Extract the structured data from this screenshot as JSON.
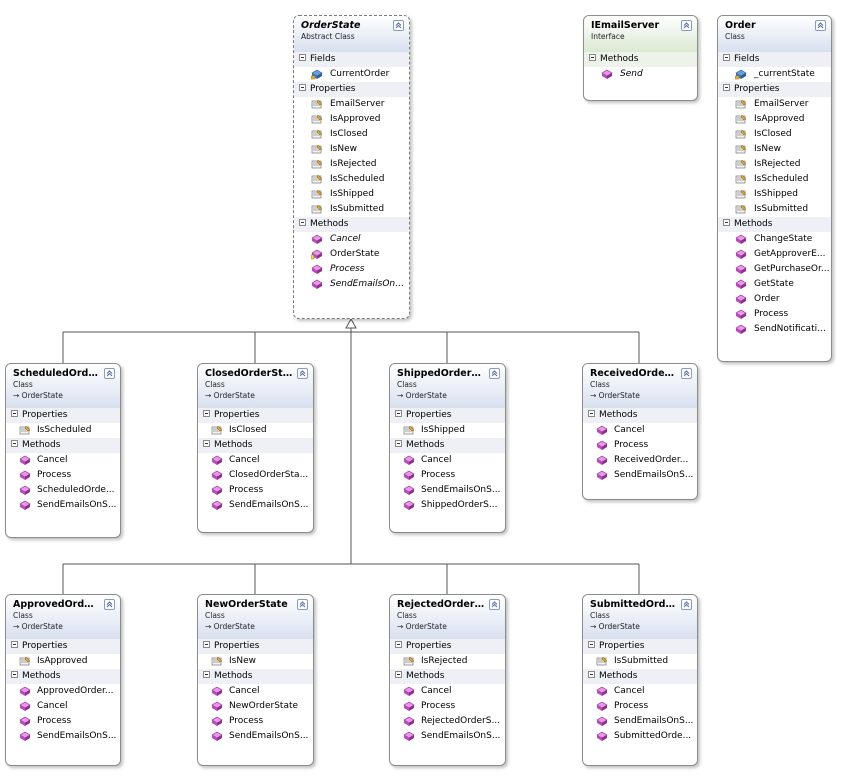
{
  "diagram": {
    "classes": [
      {
        "id": "orderstate",
        "name": "OrderState",
        "stereotype": "Abstract Class",
        "base": "",
        "kind": "abstract",
        "sections": [
          {
            "title": "Fields",
            "members": [
              {
                "name": "CurrentOrder",
                "icon": "field-icon"
              }
            ]
          },
          {
            "title": "Properties",
            "members": [
              {
                "name": "EmailServer",
                "icon": "property-icon"
              },
              {
                "name": "IsApproved",
                "icon": "property-icon"
              },
              {
                "name": "IsClosed",
                "icon": "property-icon"
              },
              {
                "name": "IsNew",
                "icon": "property-icon"
              },
              {
                "name": "IsRejected",
                "icon": "property-icon"
              },
              {
                "name": "IsScheduled",
                "icon": "property-icon"
              },
              {
                "name": "IsShipped",
                "icon": "property-icon"
              },
              {
                "name": "IsSubmitted",
                "icon": "property-icon"
              }
            ]
          },
          {
            "title": "Methods",
            "members": [
              {
                "name": "Cancel",
                "icon": "method-icon",
                "italic": true
              },
              {
                "name": "OrderState",
                "icon": "protected-method-icon"
              },
              {
                "name": "Process",
                "icon": "method-icon",
                "italic": true
              },
              {
                "name": "SendEmailsOnStat...",
                "icon": "method-icon",
                "italic": true
              }
            ]
          }
        ]
      },
      {
        "id": "iemailserver",
        "name": "IEmailServer",
        "stereotype": "Interface",
        "base": "",
        "kind": "interface",
        "sections": [
          {
            "title": "Methods",
            "members": [
              {
                "name": "Send",
                "icon": "method-icon",
                "italic": true
              }
            ]
          }
        ]
      },
      {
        "id": "order",
        "name": "Order",
        "stereotype": "Class",
        "base": "",
        "kind": "order",
        "sections": [
          {
            "title": "Fields",
            "members": [
              {
                "name": "_currentState",
                "icon": "field-icon"
              }
            ]
          },
          {
            "title": "Properties",
            "members": [
              {
                "name": "EmailServer",
                "icon": "property-icon"
              },
              {
                "name": "IsApproved",
                "icon": "property-icon"
              },
              {
                "name": "IsClosed",
                "icon": "property-icon"
              },
              {
                "name": "IsNew",
                "icon": "property-icon"
              },
              {
                "name": "IsRejected",
                "icon": "property-icon"
              },
              {
                "name": "IsScheduled",
                "icon": "property-icon"
              },
              {
                "name": "IsShipped",
                "icon": "property-icon"
              },
              {
                "name": "IsSubmitted",
                "icon": "property-icon"
              }
            ]
          },
          {
            "title": "Methods",
            "members": [
              {
                "name": "ChangeState",
                "icon": "method-icon"
              },
              {
                "name": "GetApproverE...",
                "icon": "method-icon"
              },
              {
                "name": "GetPurchaseOr...",
                "icon": "method-icon"
              },
              {
                "name": "GetState",
                "icon": "method-icon"
              },
              {
                "name": "Order",
                "icon": "method-icon"
              },
              {
                "name": "Process",
                "icon": "method-icon"
              },
              {
                "name": "SendNotificatio...",
                "icon": "method-icon"
              }
            ]
          }
        ]
      },
      {
        "id": "scheduled",
        "name": "ScheduledOrder...",
        "stereotype": "Class",
        "base": "→ OrderState",
        "kind": "class",
        "sections": [
          {
            "title": "Properties",
            "members": [
              {
                "name": "IsScheduled",
                "icon": "property-icon"
              }
            ]
          },
          {
            "title": "Methods",
            "members": [
              {
                "name": "Cancel",
                "icon": "method-icon"
              },
              {
                "name": "Process",
                "icon": "method-icon"
              },
              {
                "name": "ScheduledOrde...",
                "icon": "method-icon"
              },
              {
                "name": "SendEmailsOnS...",
                "icon": "method-icon"
              }
            ]
          }
        ]
      },
      {
        "id": "closed",
        "name": "ClosedOrderState",
        "stereotype": "Class",
        "base": "→ OrderState",
        "kind": "class",
        "sections": [
          {
            "title": "Properties",
            "members": [
              {
                "name": "IsClosed",
                "icon": "property-icon"
              }
            ]
          },
          {
            "title": "Methods",
            "members": [
              {
                "name": "Cancel",
                "icon": "method-icon"
              },
              {
                "name": "ClosedOrderSta...",
                "icon": "method-icon"
              },
              {
                "name": "Process",
                "icon": "method-icon"
              },
              {
                "name": "SendEmailsOnS...",
                "icon": "method-icon"
              }
            ]
          }
        ]
      },
      {
        "id": "shipped",
        "name": "ShippedOrderSt...",
        "stereotype": "Class",
        "base": "→ OrderState",
        "kind": "class",
        "sections": [
          {
            "title": "Properties",
            "members": [
              {
                "name": "IsShipped",
                "icon": "property-icon"
              }
            ]
          },
          {
            "title": "Methods",
            "members": [
              {
                "name": "Cancel",
                "icon": "method-icon"
              },
              {
                "name": "Process",
                "icon": "method-icon"
              },
              {
                "name": "SendEmailsOnS...",
                "icon": "method-icon"
              },
              {
                "name": "ShippedOrderS...",
                "icon": "method-icon"
              }
            ]
          }
        ]
      },
      {
        "id": "received",
        "name": "ReceivedOrderS...",
        "stereotype": "Class",
        "base": "→ OrderState",
        "kind": "class",
        "sections": [
          {
            "title": "Methods",
            "members": [
              {
                "name": "Cancel",
                "icon": "method-icon"
              },
              {
                "name": "Process",
                "icon": "method-icon"
              },
              {
                "name": "ReceivedOrder...",
                "icon": "method-icon"
              },
              {
                "name": "SendEmailsOnS...",
                "icon": "method-icon"
              }
            ]
          }
        ]
      },
      {
        "id": "approved",
        "name": "ApprovedOrder...",
        "stereotype": "Class",
        "base": "→ OrderState",
        "kind": "class",
        "sections": [
          {
            "title": "Properties",
            "members": [
              {
                "name": "IsApproved",
                "icon": "property-icon"
              }
            ]
          },
          {
            "title": "Methods",
            "members": [
              {
                "name": "ApprovedOrder...",
                "icon": "method-icon"
              },
              {
                "name": "Cancel",
                "icon": "method-icon"
              },
              {
                "name": "Process",
                "icon": "method-icon"
              },
              {
                "name": "SendEmailsOnS...",
                "icon": "method-icon"
              }
            ]
          }
        ]
      },
      {
        "id": "new",
        "name": "NewOrderState",
        "stereotype": "Class",
        "base": "→ OrderState",
        "kind": "class",
        "sections": [
          {
            "title": "Properties",
            "members": [
              {
                "name": "IsNew",
                "icon": "property-icon"
              }
            ]
          },
          {
            "title": "Methods",
            "members": [
              {
                "name": "Cancel",
                "icon": "method-icon"
              },
              {
                "name": "NewOrderState",
                "icon": "method-icon"
              },
              {
                "name": "Process",
                "icon": "method-icon"
              },
              {
                "name": "SendEmailsOnS...",
                "icon": "method-icon"
              }
            ]
          }
        ]
      },
      {
        "id": "rejected",
        "name": "RejectedOrderSt...",
        "stereotype": "Class",
        "base": "→ OrderState",
        "kind": "class",
        "sections": [
          {
            "title": "Properties",
            "members": [
              {
                "name": "IsRejected",
                "icon": "property-icon"
              }
            ]
          },
          {
            "title": "Methods",
            "members": [
              {
                "name": "Cancel",
                "icon": "method-icon"
              },
              {
                "name": "Process",
                "icon": "method-icon"
              },
              {
                "name": "RejectedOrderS...",
                "icon": "method-icon"
              },
              {
                "name": "SendEmailsOnS...",
                "icon": "method-icon"
              }
            ]
          }
        ]
      },
      {
        "id": "submitted",
        "name": "SubmittedOrder...",
        "stereotype": "Class",
        "base": "→ OrderState",
        "kind": "class",
        "sections": [
          {
            "title": "Properties",
            "members": [
              {
                "name": "IsSubmitted",
                "icon": "property-icon"
              }
            ]
          },
          {
            "title": "Methods",
            "members": [
              {
                "name": "Cancel",
                "icon": "method-icon"
              },
              {
                "name": "Process",
                "icon": "method-icon"
              },
              {
                "name": "SendEmailsOnS...",
                "icon": "method-icon"
              },
              {
                "name": "SubmittedOrde...",
                "icon": "method-icon"
              }
            ]
          }
        ]
      }
    ]
  }
}
